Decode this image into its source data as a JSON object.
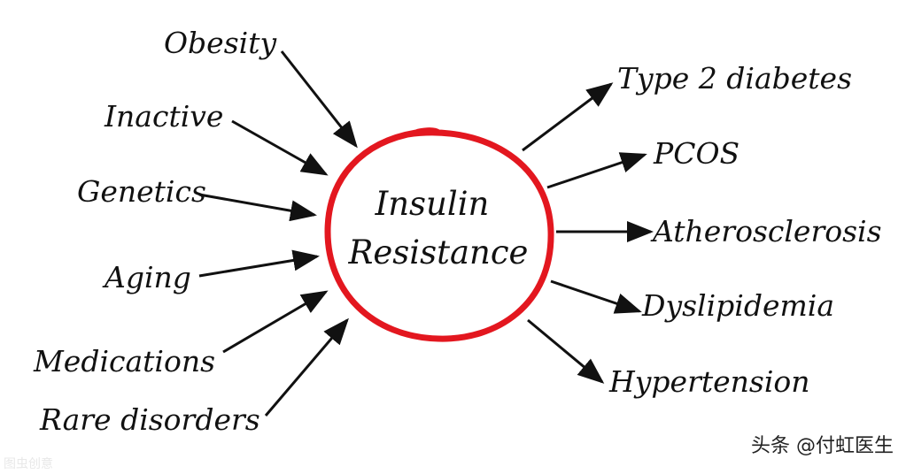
{
  "center": {
    "line1": "Insulin",
    "line2": "Resistance",
    "circle_color": "#e3171f"
  },
  "causes": [
    "Obesity",
    "Inactive",
    "Genetics",
    "Aging",
    "Medications",
    "Rare disorders"
  ],
  "effects": [
    "Type 2 diabetes",
    "PCOS",
    "Atherosclerosis",
    "Dyslipidemia",
    "Hypertension"
  ],
  "watermarks": {
    "bottom_right": "头条 @付虹医生",
    "bottom_left": "图虫创意"
  }
}
